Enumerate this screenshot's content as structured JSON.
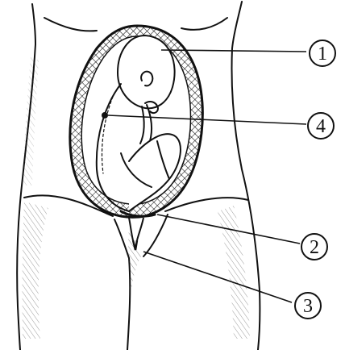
{
  "figure": {
    "callouts": [
      {
        "id": "c1",
        "label": "1"
      },
      {
        "id": "c2",
        "label": "2"
      },
      {
        "id": "c3",
        "label": "3"
      },
      {
        "id": "c4",
        "label": "4"
      }
    ]
  },
  "colors": {
    "ink": "#111111",
    "paper": "#ffffff"
  }
}
